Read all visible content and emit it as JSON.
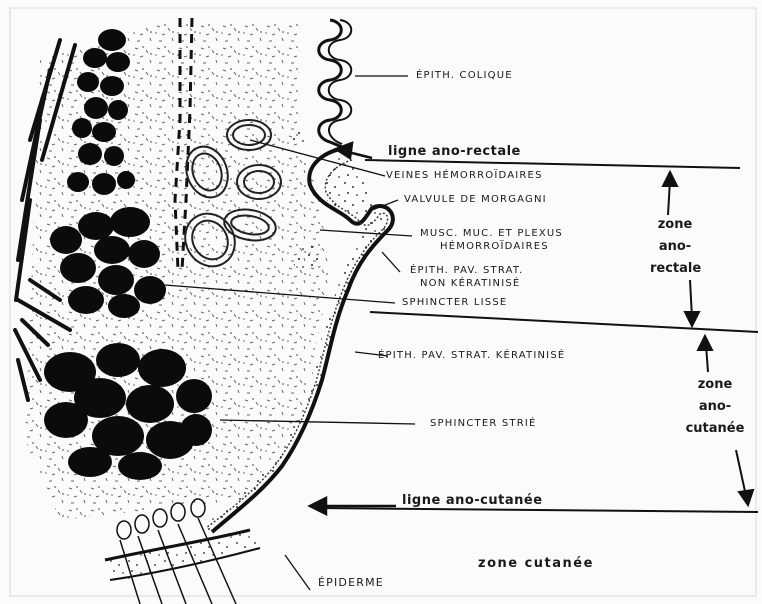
{
  "labels": {
    "epith_colique": "ÉPITH. COLIQUE",
    "ligne_ano_rectale": "ligne ano-rectale",
    "veines": "VEINES HÉMORROÏDAIRES",
    "valvule": "VALVULE DE MORGAGNI",
    "musc_line1": "MUSC. MUC. ET PLEXUS",
    "musc_line2": "HÉMORROÏDAIRES",
    "epith_non_ker_line1": "ÉPITH. PAV. STRAT.",
    "epith_non_ker_line2": "NON KÉRATINISÉ",
    "sphincter_lisse": "SPHINCTER LISSE",
    "epith_ker": "ÉPITH. PAV. STRAT. KÉRATINISÉ",
    "sphincter_strie": "SPHINCTER STRIÉ",
    "ligne_ano_cutanee": "ligne ano-cutanée",
    "epiderme": "ÉPIDERME",
    "zone_cutanee": "zone cutanée"
  },
  "zones": {
    "ano_rectale": [
      "zone",
      "ano-",
      "rectale"
    ],
    "ano_cutanee": [
      "zone",
      "ano-",
      "cutanée"
    ]
  },
  "colors": {
    "ink": "#111111",
    "paper": "#fbfbfb"
  }
}
